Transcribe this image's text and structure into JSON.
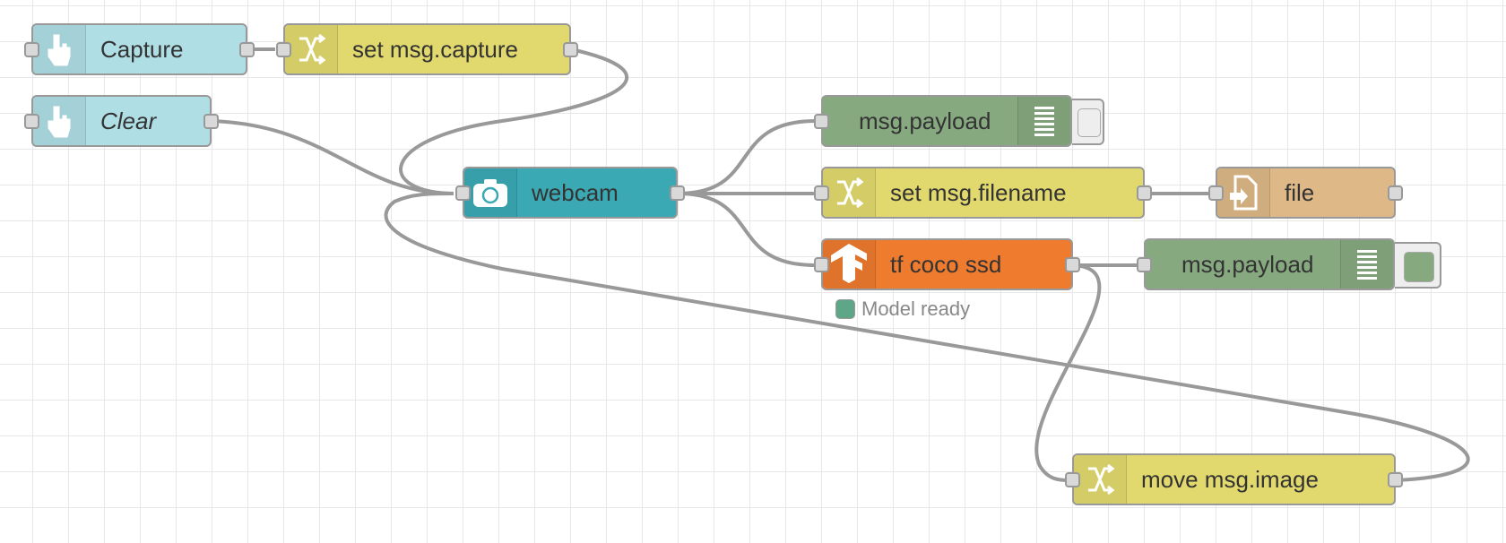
{
  "colors": {
    "inject": "#afdfe5",
    "change": "#e2d96e",
    "debug": "#87a980",
    "webcam": "#3ba9b4",
    "file": "#deb887",
    "tensorflow": "#ef7b2f",
    "wire": "#999999",
    "status_ready": "#5da788"
  },
  "nodes": {
    "capture": {
      "label": "Capture",
      "icon": "hand-pointer-icon"
    },
    "clear": {
      "label": "Clear",
      "icon": "hand-pointer-icon"
    },
    "set_capture": {
      "label": "set msg.capture",
      "icon": "shuffle-icon"
    },
    "webcam": {
      "label": "webcam",
      "icon": "camera-icon"
    },
    "debug1": {
      "label": "msg.payload",
      "icon": "list-icon"
    },
    "set_filename": {
      "label": "set msg.filename",
      "icon": "shuffle-icon"
    },
    "file": {
      "label": "file",
      "icon": "file-import-icon"
    },
    "tf": {
      "label": "tf coco ssd",
      "icon": "tensorflow-icon",
      "status": "Model ready"
    },
    "debug2": {
      "label": "msg.payload",
      "icon": "list-icon"
    },
    "move_image": {
      "label": "move msg.image",
      "icon": "shuffle-icon"
    }
  }
}
